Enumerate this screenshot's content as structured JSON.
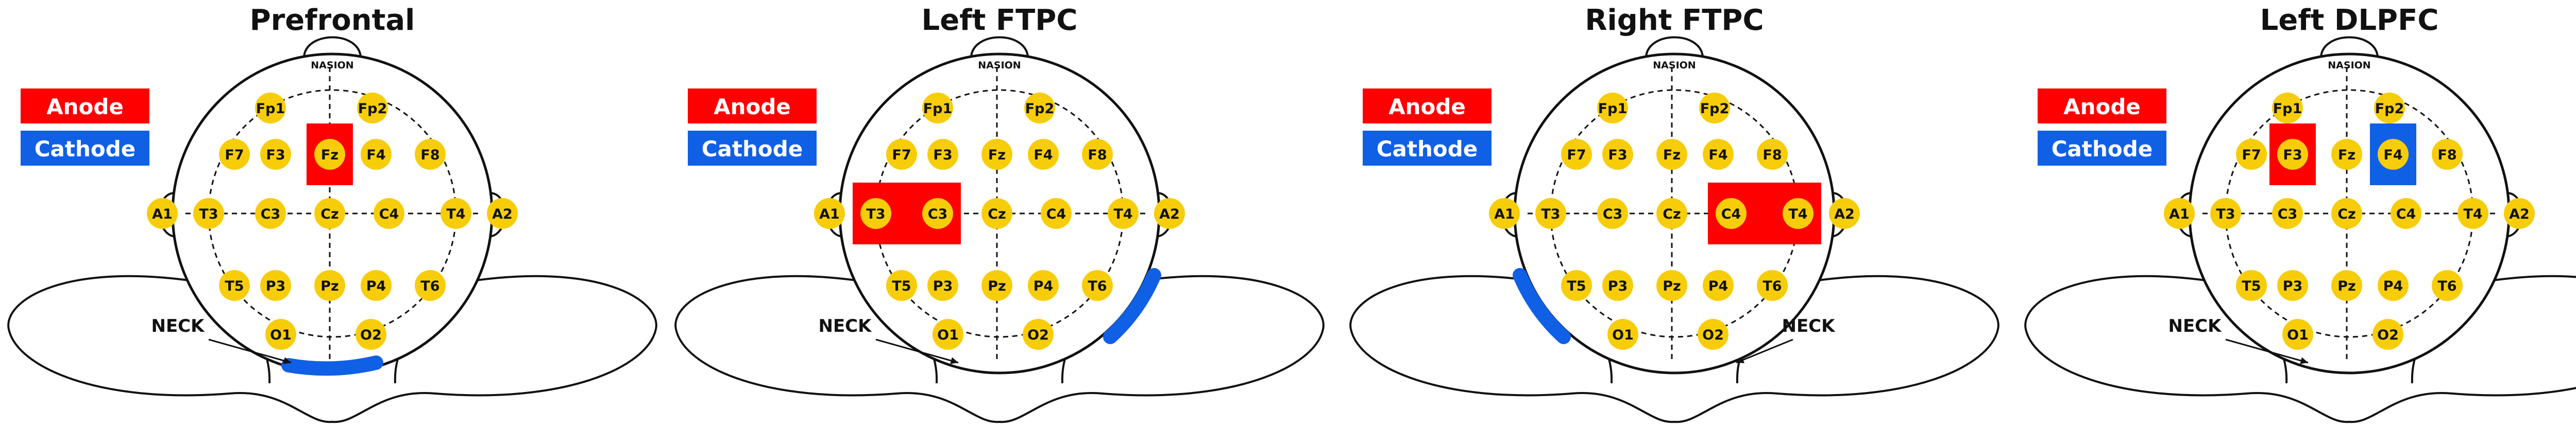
{
  "colors": {
    "anode": "#ff0000",
    "cathode": "#1060e6",
    "electrode": "#f7cd0a",
    "outline": "#111111"
  },
  "legend": {
    "anode_label": "Anode",
    "cathode_label": "Cathode"
  },
  "head": {
    "nasion_label": "NASION",
    "neck_label": "NECK"
  },
  "electrode_labels": [
    "Fp1",
    "Fp2",
    "F7",
    "F3",
    "Fz",
    "F4",
    "F8",
    "A1",
    "T3",
    "C3",
    "Cz",
    "C4",
    "T4",
    "A2",
    "T5",
    "P3",
    "Pz",
    "P4",
    "T6",
    "O1",
    "O2"
  ],
  "panels": [
    {
      "title": "Prefrontal",
      "anode_electrodes": [
        "Fz"
      ],
      "cathode_site": "neck"
    },
    {
      "title": "Left FTPC",
      "anode_electrodes": [
        "T3",
        "C3"
      ],
      "cathode_site": "right neck"
    },
    {
      "title": "Right FTPC",
      "anode_electrodes": [
        "C4",
        "T4"
      ],
      "cathode_site": "left neck"
    },
    {
      "title": "Left DLPFC",
      "anode_electrodes": [
        "F3"
      ],
      "cathode_electrodes": [
        "F4"
      ]
    }
  ]
}
